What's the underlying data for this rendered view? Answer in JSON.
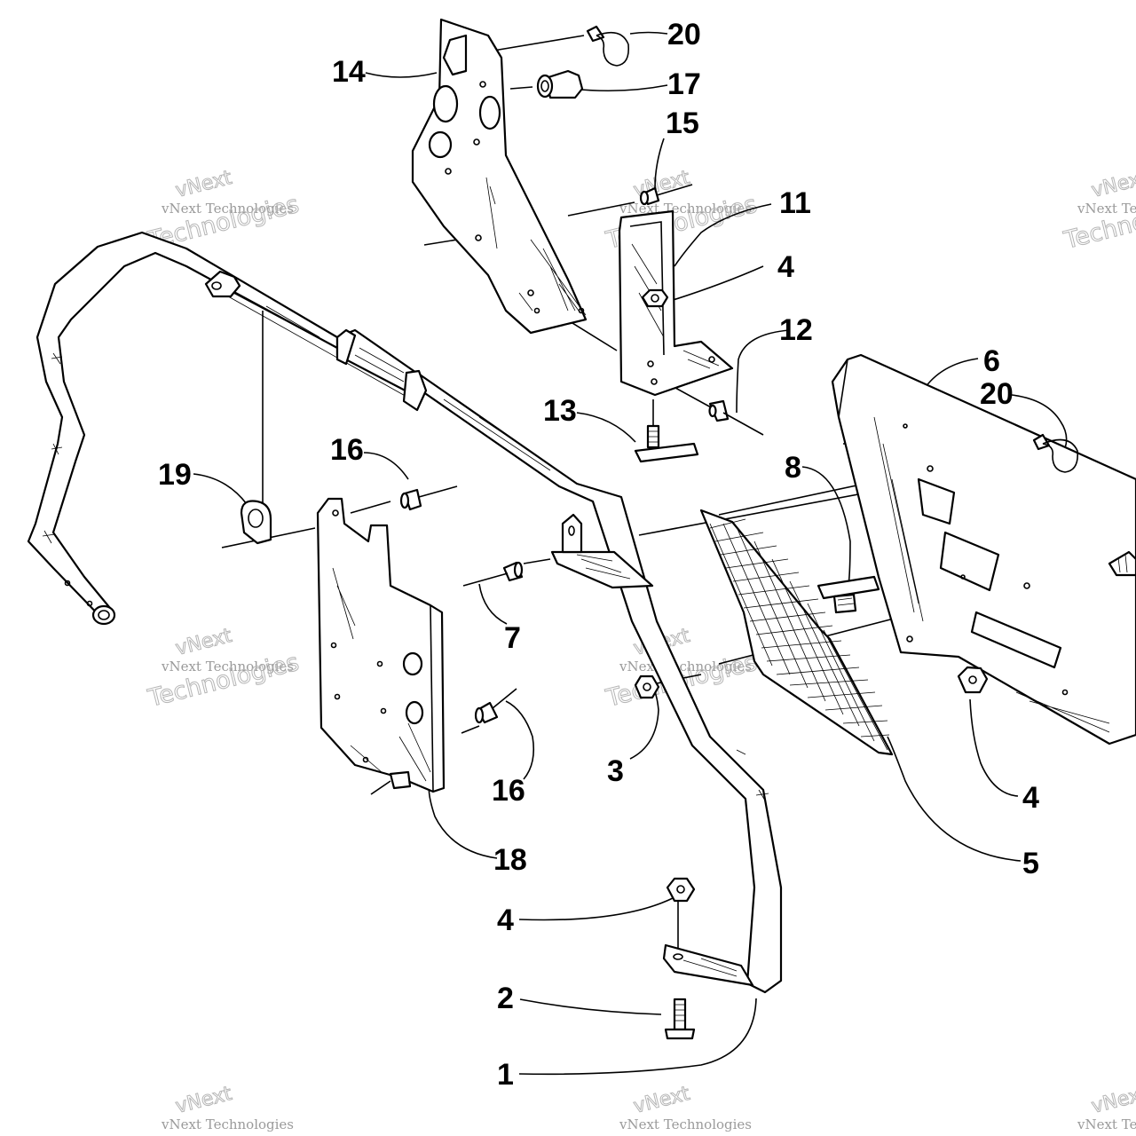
{
  "callouts": [
    {
      "id": "c20a",
      "label": "20"
    },
    {
      "id": "c14",
      "label": "14"
    },
    {
      "id": "c17",
      "label": "17"
    },
    {
      "id": "c15",
      "label": "15"
    },
    {
      "id": "c11",
      "label": "11"
    },
    {
      "id": "c4a",
      "label": "4"
    },
    {
      "id": "c12",
      "label": "12"
    },
    {
      "id": "c6",
      "label": "6"
    },
    {
      "id": "c20b",
      "label": "20"
    },
    {
      "id": "c13",
      "label": "13"
    },
    {
      "id": "c16a",
      "label": "16"
    },
    {
      "id": "c19",
      "label": "19"
    },
    {
      "id": "c8",
      "label": "8"
    },
    {
      "id": "c7",
      "label": "7"
    },
    {
      "id": "c3",
      "label": "3"
    },
    {
      "id": "c16b",
      "label": "16"
    },
    {
      "id": "c4b",
      "label": "4"
    },
    {
      "id": "c5",
      "label": "5"
    },
    {
      "id": "c18",
      "label": "18"
    },
    {
      "id": "c4c",
      "label": "4"
    },
    {
      "id": "c2",
      "label": "2"
    },
    {
      "id": "c1",
      "label": "1"
    }
  ],
  "watermark": {
    "line1": "vNext",
    "line2": "vNext Technologies",
    "line3": "Technologies"
  }
}
